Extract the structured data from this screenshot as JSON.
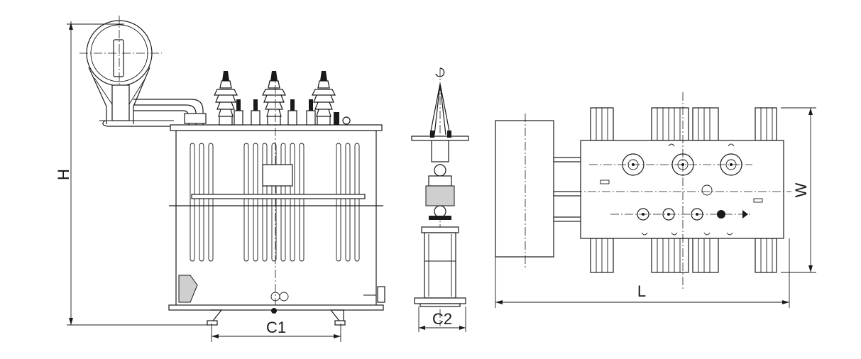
{
  "dimension_labels": {
    "height": "H",
    "width": "W",
    "length": "L",
    "wheel_gauge_front": "C1",
    "wheel_gauge_side": "C2"
  },
  "colors": {
    "line": "#1a1a1a",
    "background": "#ffffff",
    "shade": "#cfcfcf"
  }
}
